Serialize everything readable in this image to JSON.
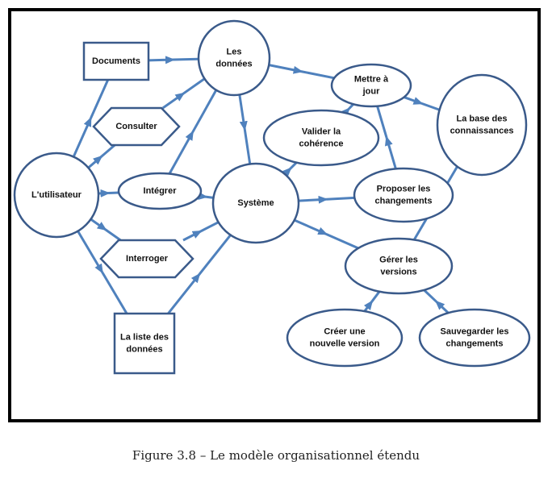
{
  "caption": "Figure 3.8 – Le modèle organisationnel étendu",
  "colors": {
    "frame": "#000000",
    "node_stroke": "#3a5a8a",
    "arrow": "#4f81bd",
    "text": "#111111"
  },
  "nodes": {
    "documents": {
      "shape": "rect",
      "lines": [
        "Documents"
      ]
    },
    "les_donnees": {
      "shape": "ellipse",
      "lines": [
        "Les",
        "données"
      ]
    },
    "mettre_a_jour": {
      "shape": "ellipse",
      "lines": [
        "Mettre à",
        "jour"
      ]
    },
    "base_connaissances": {
      "shape": "ellipse",
      "lines": [
        "La base des",
        "connaissances"
      ]
    },
    "consulter": {
      "shape": "hexagon",
      "lines": [
        "Consulter"
      ]
    },
    "valider": {
      "shape": "ellipse",
      "lines": [
        "Valider la",
        "cohérence"
      ]
    },
    "utilisateur": {
      "shape": "ellipse",
      "lines": [
        "L'utilisateur"
      ]
    },
    "integrer": {
      "shape": "ellipse",
      "lines": [
        "Intégrer"
      ]
    },
    "systeme": {
      "shape": "ellipse",
      "lines": [
        "Système"
      ]
    },
    "proposer": {
      "shape": "ellipse",
      "lines": [
        "Proposer les",
        "changements"
      ]
    },
    "interroger": {
      "shape": "hexagon",
      "lines": [
        "Interroger"
      ]
    },
    "gerer": {
      "shape": "ellipse",
      "lines": [
        "Gérer les",
        "versions"
      ]
    },
    "liste_donnees": {
      "shape": "rect",
      "lines": [
        "La liste des",
        "données"
      ]
    },
    "creer": {
      "shape": "ellipse",
      "lines": [
        "Créer une",
        "nouvelle version"
      ]
    },
    "sauvegarder": {
      "shape": "ellipse",
      "lines": [
        "Sauvegarder les",
        "changements"
      ]
    }
  },
  "edges": [
    {
      "from": "utilisateur",
      "to": "documents"
    },
    {
      "from": "utilisateur",
      "to": "consulter"
    },
    {
      "from": "utilisateur",
      "to": "integrer"
    },
    {
      "from": "utilisateur",
      "to": "interroger"
    },
    {
      "from": "utilisateur",
      "to": "liste_donnees"
    },
    {
      "from": "documents",
      "to": "les_donnees"
    },
    {
      "from": "consulter",
      "to": "les_donnees"
    },
    {
      "from": "integrer",
      "to": "les_donnees"
    },
    {
      "from": "les_donnees",
      "to": "systeme"
    },
    {
      "from": "les_donnees",
      "to": "mettre_a_jour"
    },
    {
      "from": "mettre_a_jour",
      "to": "base_connaissances"
    },
    {
      "from": "integrer",
      "to": "systeme"
    },
    {
      "from": "interroger",
      "to": "systeme"
    },
    {
      "from": "liste_donnees",
      "to": "systeme"
    },
    {
      "from": "systeme",
      "to": "valider"
    },
    {
      "from": "valider",
      "to": "mettre_a_jour"
    },
    {
      "from": "systeme",
      "to": "proposer"
    },
    {
      "from": "proposer",
      "to": "mettre_a_jour"
    },
    {
      "from": "systeme",
      "to": "gerer"
    },
    {
      "from": "gerer",
      "to": "base_connaissances"
    },
    {
      "from": "creer",
      "to": "gerer"
    },
    {
      "from": "sauvegarder",
      "to": "gerer"
    }
  ]
}
